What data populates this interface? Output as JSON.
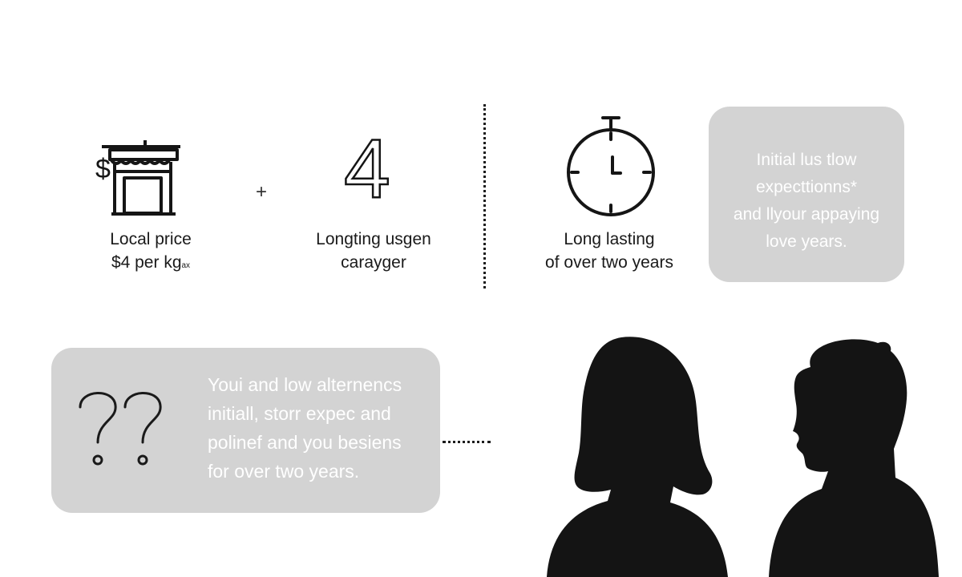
{
  "items": [
    {
      "icon": "storefront-icon",
      "line1": "Local price",
      "line2": "$4 per kg",
      "line2_suffix": "ax"
    },
    {
      "icon": "number-four-icon",
      "glyph": "4",
      "line1": "Longting usgen",
      "line2": "carayger"
    },
    {
      "icon": "stopwatch-icon",
      "line1": "Long lasting",
      "line2": "of over two years"
    }
  ],
  "plus_sign": "+",
  "bubble_right": {
    "lines": [
      "Initial lus tlow",
      "expecttionns*",
      "and llyour appaying",
      "love years."
    ]
  },
  "bubble_left": {
    "lines": [
      "Youi and low alternencs",
      "initiall, storr expec and",
      "polinef and you besiens",
      "for over two years."
    ]
  },
  "colors": {
    "bubble": "#d3d3d3",
    "bubble_text": "#ffffff",
    "ink": "#151515"
  }
}
